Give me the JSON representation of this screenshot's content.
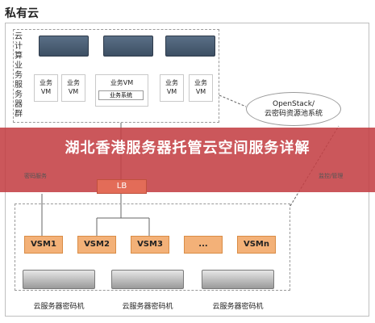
{
  "private_cloud_title": "私有云",
  "cluster_label": "云计算业务服务器群",
  "vms": [
    {
      "line1": "业务",
      "line2": "VM"
    },
    {
      "line1": "业务",
      "line2": "VM"
    },
    {
      "line1": "业务VM",
      "line2": ""
    },
    {
      "line1": "业务",
      "line2": "VM"
    },
    {
      "line1": "业务",
      "line2": "VM"
    }
  ],
  "business_system": "业务系统",
  "openstack": {
    "line1": "OpenStack/",
    "line2": "云密码资源池系统"
  },
  "banner_title": "湖北香港服务器托管云空间服务详解",
  "crypto_service_label": "密码服务",
  "manage_label": "监控/管理",
  "lb_label": "LB",
  "vsms": [
    "VSM1",
    "VSM2",
    "VSM3",
    "...",
    "VSMn"
  ],
  "hsm_label": "云服务器密码机",
  "colors": {
    "banner": "#c44044",
    "lb": "#e36c58",
    "vsm": "#f3b178"
  }
}
